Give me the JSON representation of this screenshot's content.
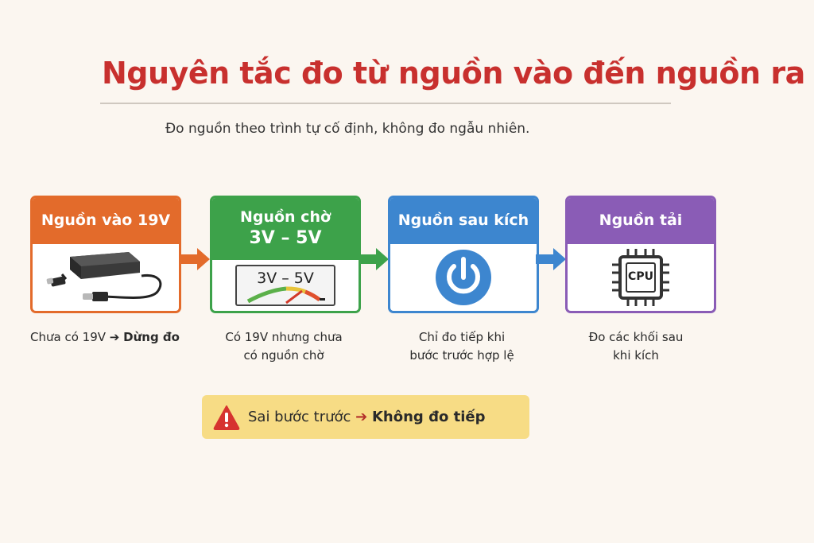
{
  "title": "Nguyên tắc đo từ nguồn vào đến nguồn ra",
  "subtitle": "Đo nguồn theo trình tự cố định, không đo ngẫu nhiên.",
  "steps": [
    {
      "heading": "Nguồn vào 19V",
      "icon": "power-adapter-icon",
      "color": "#e36b2b",
      "caption_text": "Chưa có 19V",
      "caption_bold": "Dừng đo"
    },
    {
      "heading_line1": "Nguồn chờ",
      "heading_line2": "3V – 5V",
      "icon": "voltmeter-icon",
      "meter_text": "3V – 5V",
      "color": "#3da24a",
      "caption_line1": "Có 19V nhưng chưa",
      "caption_line2": "có nguồn chờ"
    },
    {
      "heading": "Nguồn sau kích",
      "icon": "power-button-icon",
      "color": "#3d86cf",
      "caption_line1": "Chỉ đo tiếp khi",
      "caption_line2": "bước trước hợp lệ"
    },
    {
      "heading": "Nguồn tải",
      "icon": "cpu-chip-icon",
      "chip_text": "CPU",
      "color": "#8a5cb6",
      "caption_line1": "Đo các khối sau",
      "caption_line2": "khi kích"
    }
  ],
  "warning": {
    "icon": "warning-triangle-icon",
    "text": "Sai bước trước",
    "bold": "Không đo tiếp",
    "background": "#f7dc85"
  }
}
